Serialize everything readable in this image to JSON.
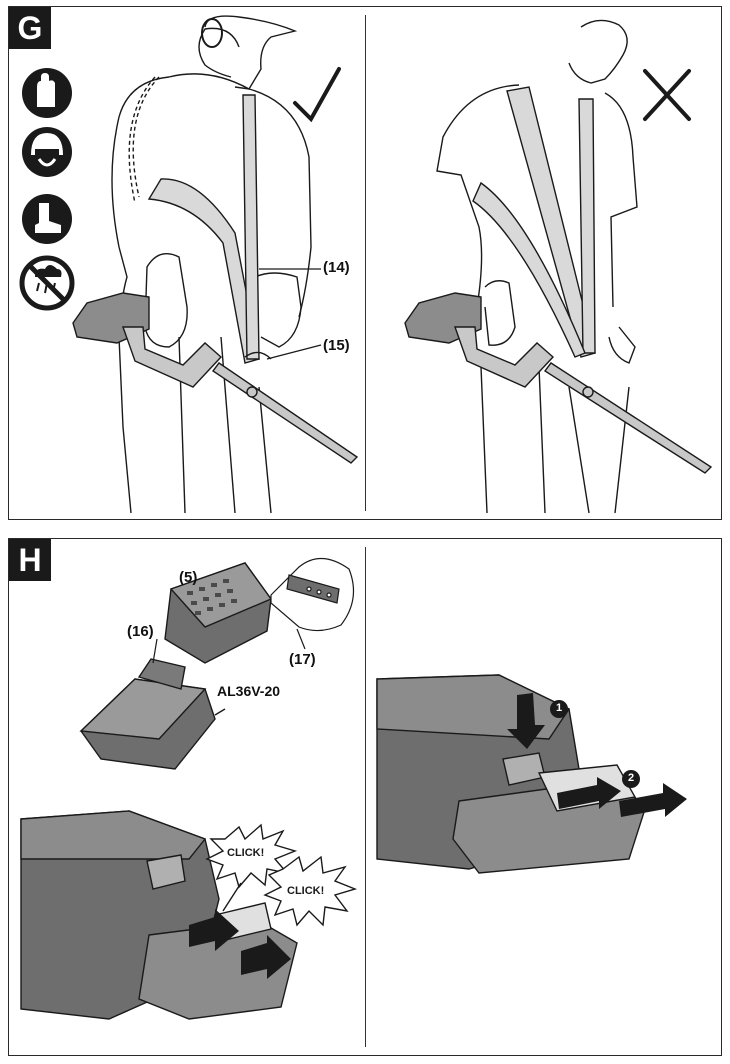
{
  "sections": {
    "g": {
      "letter": "G",
      "callouts": {
        "strap": "(14)",
        "hook": "(15)"
      },
      "correct_icon": "checkmark-icon",
      "wrong_icon": "cross-icon",
      "ppe_icons": [
        "gloves-icon",
        "helmet-visor-icon",
        "boots-icon",
        "no-rain-icon"
      ]
    },
    "h": {
      "letter": "H",
      "callouts": {
        "battery": "(5)",
        "charger": "(16)",
        "led": "(17)"
      },
      "charger_model": "AL36V-20",
      "click_labels": [
        "CLICK!",
        "CLICK!"
      ],
      "step_numbers": [
        "1",
        "2"
      ]
    }
  },
  "colors": {
    "ink": "#1a1a1a",
    "grey": "#8c8c8c",
    "light_grey": "#c8c8c8",
    "strap": "#d9d9d9"
  }
}
